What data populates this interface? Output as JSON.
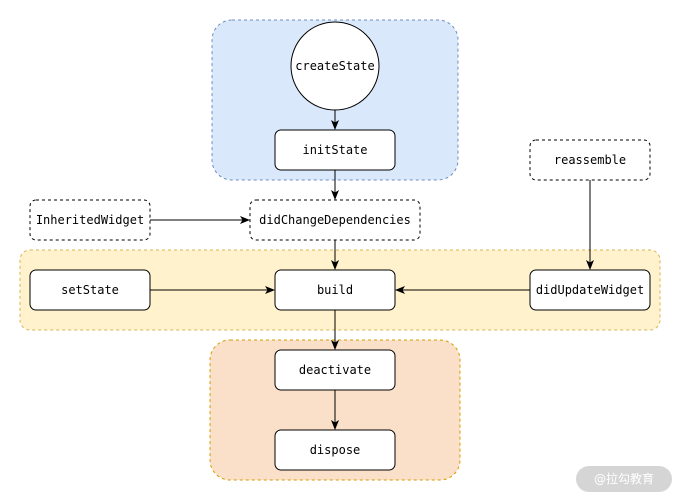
{
  "diagram": {
    "type": "flowchart",
    "colors": {
      "group_blue_fill": "#dae8fc",
      "group_blue_stroke": "#6c8ebf",
      "group_yellow_fill": "#fff2cc",
      "group_yellow_stroke": "#d6b656",
      "group_orange_fill": "#fae0c8",
      "group_orange_stroke": "#d79b00",
      "node_fill": "#ffffff",
      "node_stroke": "#000000",
      "edge": "#000000",
      "watermark_bg": "#d0d0d0"
    },
    "groups": [
      {
        "id": "init-group",
        "color": "blue",
        "style": "dashed"
      },
      {
        "id": "build-group",
        "color": "yellow",
        "style": "dashed"
      },
      {
        "id": "dispose-group",
        "color": "orange",
        "style": "dashed"
      }
    ],
    "nodes": {
      "createState": {
        "label": "createState",
        "shape": "circle",
        "border": "solid"
      },
      "initState": {
        "label": "initState",
        "shape": "rounded-rect",
        "border": "solid"
      },
      "reassemble": {
        "label": "reassemble",
        "shape": "rounded-rect",
        "border": "dashed"
      },
      "inheritedWidget": {
        "label": "InheritedWidget",
        "shape": "rounded-rect",
        "border": "dashed"
      },
      "didChangeDependencies": {
        "label": "didChangeDependencies",
        "shape": "rounded-rect",
        "border": "dashed"
      },
      "setState": {
        "label": "setState",
        "shape": "rounded-rect",
        "border": "solid"
      },
      "build": {
        "label": "build",
        "shape": "rounded-rect",
        "border": "solid"
      },
      "didUpdateWidget": {
        "label": "didUpdateWidget",
        "shape": "rounded-rect",
        "border": "solid"
      },
      "deactivate": {
        "label": "deactivate",
        "shape": "rounded-rect",
        "border": "solid"
      },
      "dispose": {
        "label": "dispose",
        "shape": "rounded-rect",
        "border": "solid"
      }
    },
    "edges": [
      {
        "from": "createState",
        "to": "initState"
      },
      {
        "from": "initState",
        "to": "didChangeDependencies"
      },
      {
        "from": "inheritedWidget",
        "to": "didChangeDependencies"
      },
      {
        "from": "didChangeDependencies",
        "to": "build"
      },
      {
        "from": "reassemble",
        "to": "didUpdateWidget"
      },
      {
        "from": "setState",
        "to": "build"
      },
      {
        "from": "didUpdateWidget",
        "to": "build"
      },
      {
        "from": "build",
        "to": "deactivate"
      },
      {
        "from": "deactivate",
        "to": "dispose"
      }
    ]
  },
  "watermark": {
    "text": "@拉勾教育"
  }
}
